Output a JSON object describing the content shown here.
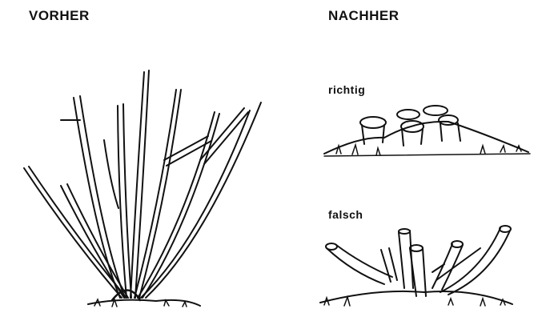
{
  "headings": {
    "before": "VORHER",
    "after": "NACHHER"
  },
  "labels": {
    "correct": "richtig",
    "incorrect": "falsch"
  }
}
